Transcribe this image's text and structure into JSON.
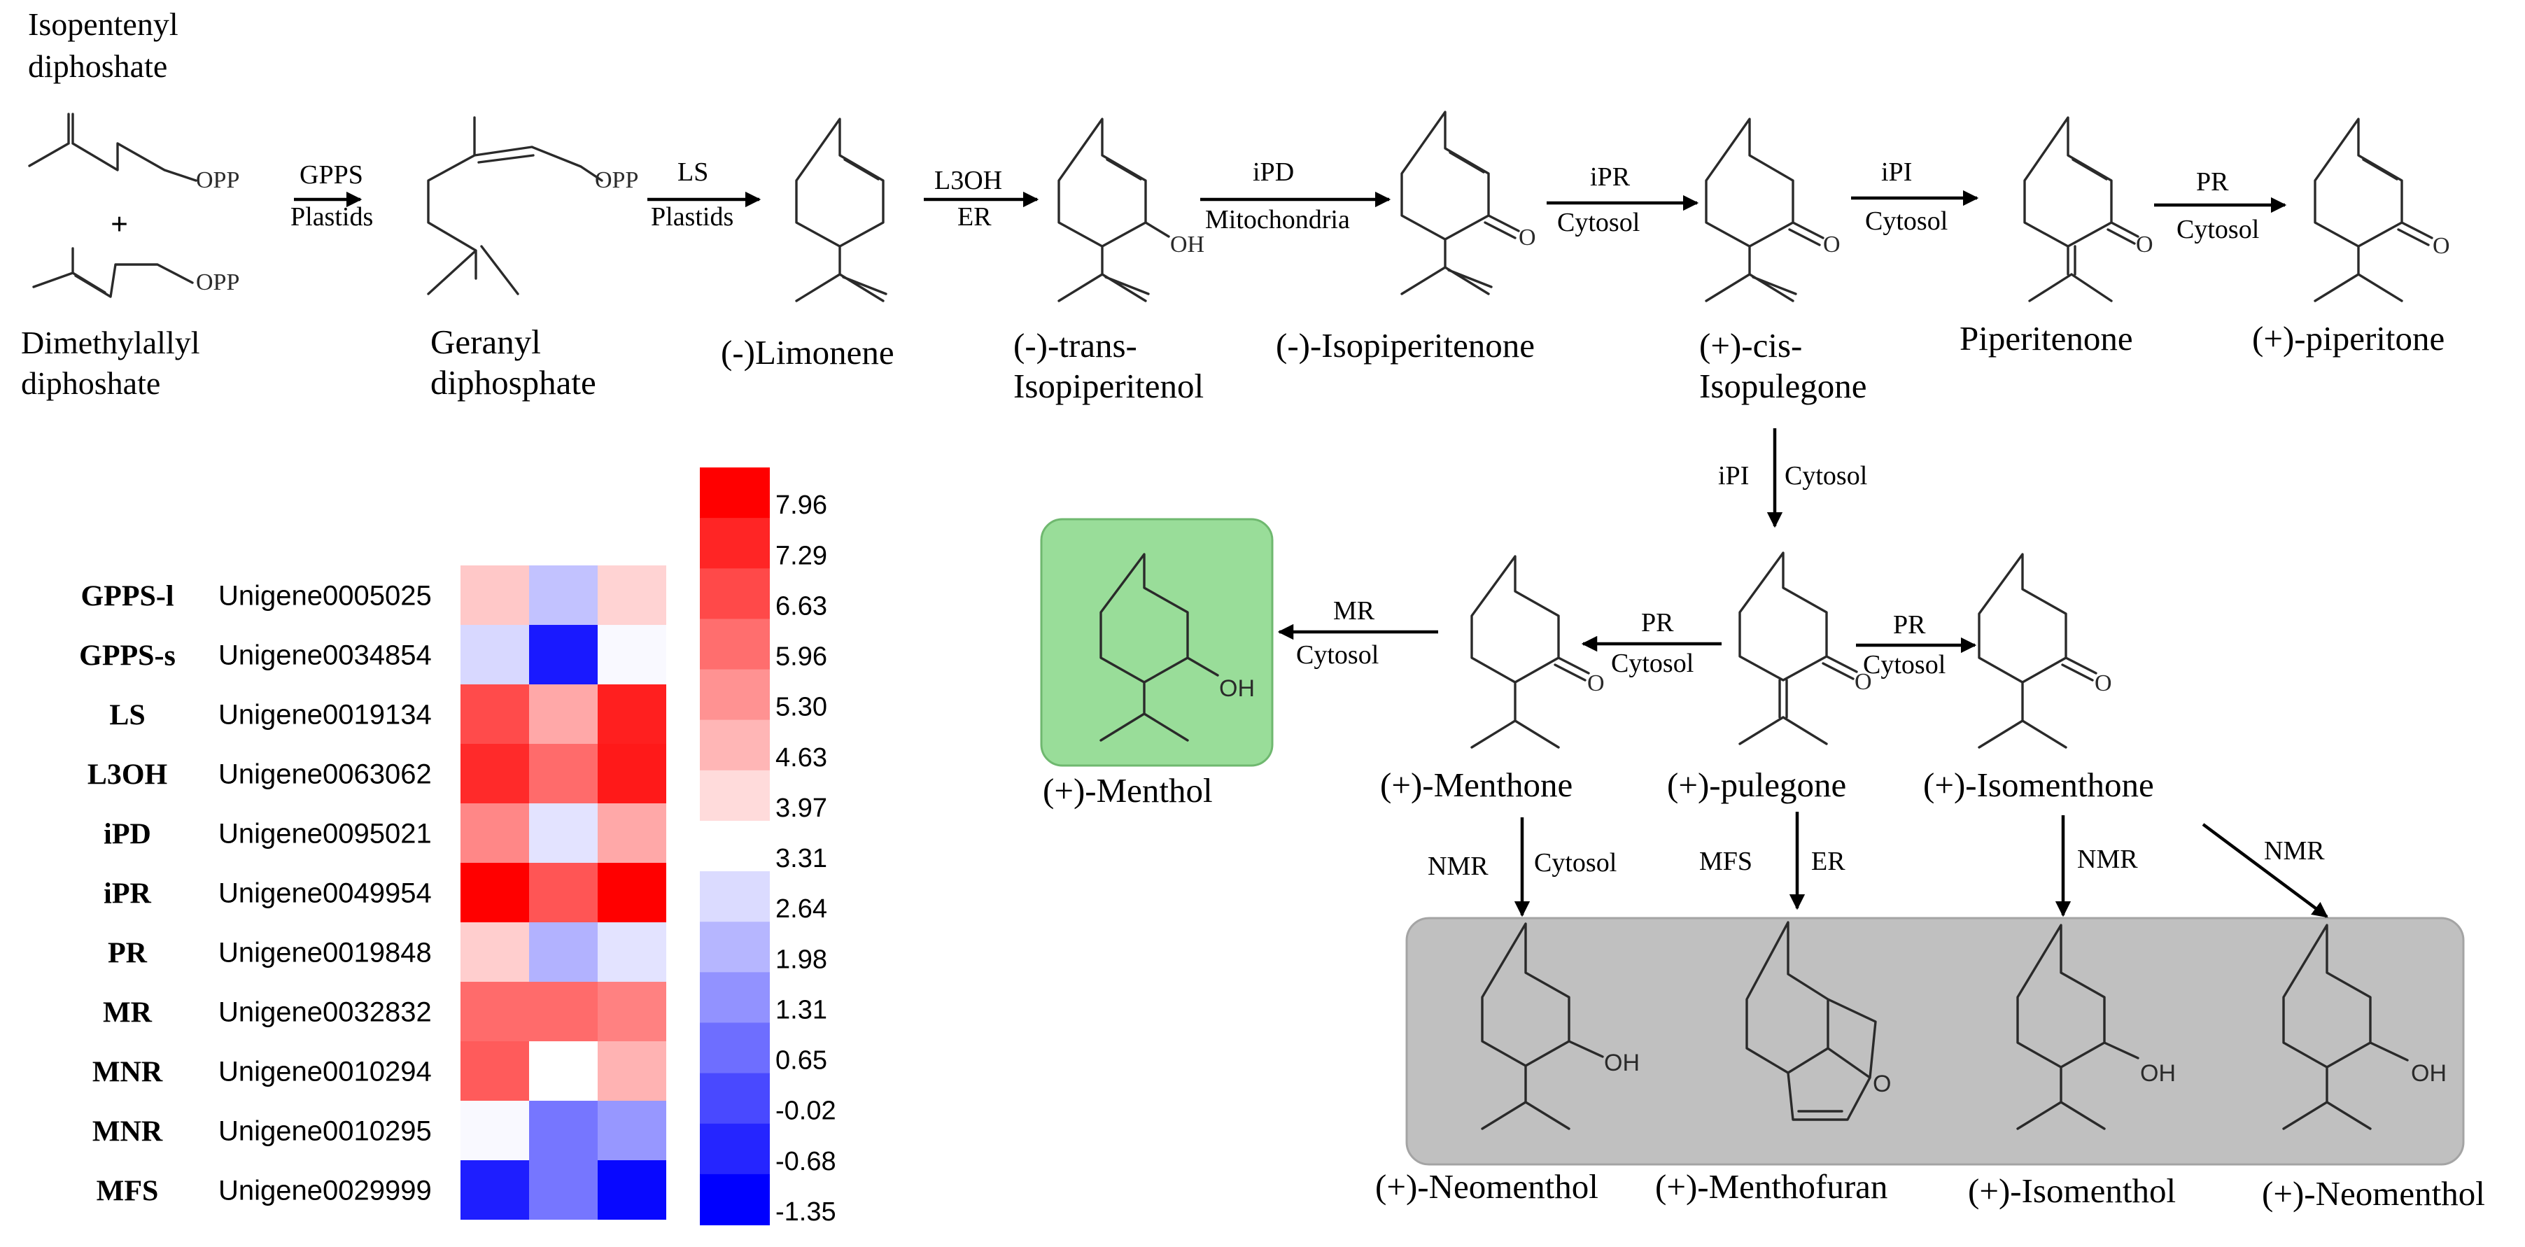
{
  "substrates": {
    "ipp": [
      "Isopentenyl",
      "diphoshate"
    ],
    "dmapp": [
      "Dimethylallyl",
      "diphoshate"
    ],
    "plus": "+",
    "opp": "OPP"
  },
  "molecules": {
    "geranyl": [
      "Geranyl",
      "diphosphate"
    ],
    "limonene": [
      "(-)Limonene"
    ],
    "isopiperitenol": [
      "(-)-trans-",
      "Isopiperitenol"
    ],
    "isopiperitenone": [
      "(-)-Isopiperitenone"
    ],
    "isopulegone": [
      "(+)-cis-",
      "Isopulegone"
    ],
    "piperitenone": [
      "Piperitenone"
    ],
    "piperitone": [
      "(+)-piperitone"
    ],
    "menthol": [
      "(+)-Menthol"
    ],
    "menthone": [
      "(+)-Menthone"
    ],
    "pulegone": [
      "(+)-pulegone"
    ],
    "isomenthone": [
      "(+)-Isomenthone"
    ],
    "neomenthol1": [
      "(+)-Neomenthol"
    ],
    "menthofuran": [
      "(+)-Menthofuran"
    ],
    "isomenthol": [
      "(+)-Isomenthol"
    ],
    "neomenthol2": [
      "(+)-Neomenthol"
    ]
  },
  "atoms": {
    "oh": "OH",
    "o": "O"
  },
  "steps": [
    {
      "enzyme": "GPPS",
      "location": "Plastids"
    },
    {
      "enzyme": "LS",
      "location": "Plastids"
    },
    {
      "enzyme": "L3OH",
      "location": "ER"
    },
    {
      "enzyme": "iPD",
      "location": "Mitochondria"
    },
    {
      "enzyme": "iPR",
      "location": "Cytosol"
    },
    {
      "enzyme": "iPI",
      "location": "Cytosol"
    },
    {
      "enzyme": "PR",
      "location": "Cytosol"
    },
    {
      "enzyme": "iPI",
      "location": "Cytosol"
    },
    {
      "enzyme": "MR",
      "location": "Cytosol"
    },
    {
      "enzyme": "PR",
      "location": "Cytosol"
    },
    {
      "enzyme": "PR",
      "location": "Cytosol"
    },
    {
      "enzyme": "NMR",
      "location": "Cytosol"
    },
    {
      "enzyme": "MFS",
      "location": "ER"
    },
    {
      "enzyme": "NMR",
      "location": ""
    },
    {
      "enzyme": "NMR",
      "location": ""
    }
  ],
  "heatmap": {
    "rows": [
      {
        "enzyme": "GPPS-l",
        "gene": "Unigene0005025",
        "values": [
          4.3,
          2.2,
          4.1
        ]
      },
      {
        "enzyme": "GPPS-s",
        "gene": "Unigene0034854",
        "values": [
          2.6,
          -0.9,
          3.2
        ]
      },
      {
        "enzyme": "LS",
        "gene": "Unigene0019134",
        "values": [
          6.6,
          4.9,
          7.4
        ]
      },
      {
        "enzyme": "L3OH",
        "gene": "Unigene0063062",
        "values": [
          7.2,
          6.0,
          7.5
        ]
      },
      {
        "enzyme": "iPD",
        "gene": "Unigene0095021",
        "values": [
          5.5,
          2.8,
          4.9
        ]
      },
      {
        "enzyme": "iPR",
        "gene": "Unigene0049954",
        "values": [
          8.2,
          6.4,
          8.3
        ]
      },
      {
        "enzyme": "PR",
        "gene": "Unigene0019848",
        "values": [
          4.2,
          1.9,
          2.8
        ]
      },
      {
        "enzyme": "MR",
        "gene": "Unigene0032832",
        "values": [
          6.0,
          6.0,
          5.6
        ]
      },
      {
        "enzyme": "MNR",
        "gene": "Unigene0010294",
        "values": [
          6.3,
          3.3,
          4.7
        ]
      },
      {
        "enzyme": "MNR",
        "gene": "Unigene0010295",
        "values": [
          3.2,
          0.8,
          1.4
        ]
      },
      {
        "enzyme": "MFS",
        "gene": "Unigene0029999",
        "values": [
          -0.8,
          0.8,
          -1.2
        ]
      }
    ],
    "scale": [
      7.96,
      7.29,
      6.63,
      5.96,
      5.3,
      4.63,
      3.97,
      3.31,
      2.64,
      1.98,
      1.31,
      0.65,
      -0.02,
      -0.68,
      -1.35
    ],
    "scale_labels": [
      "7.96",
      "7.29",
      "6.63",
      "5.96",
      "5.30",
      "4.63",
      "3.97",
      "3.31",
      "2.64",
      "1.98",
      "1.31",
      "0.65",
      "-0.02",
      "-0.68",
      "-1.35"
    ],
    "colors": {
      "high": "#ff0000",
      "mid": "#ffffff",
      "low": "#0000ff"
    }
  },
  "highlight_colors": {
    "menthol_box": "#99dd99",
    "products_box": "#c0c0c0"
  }
}
